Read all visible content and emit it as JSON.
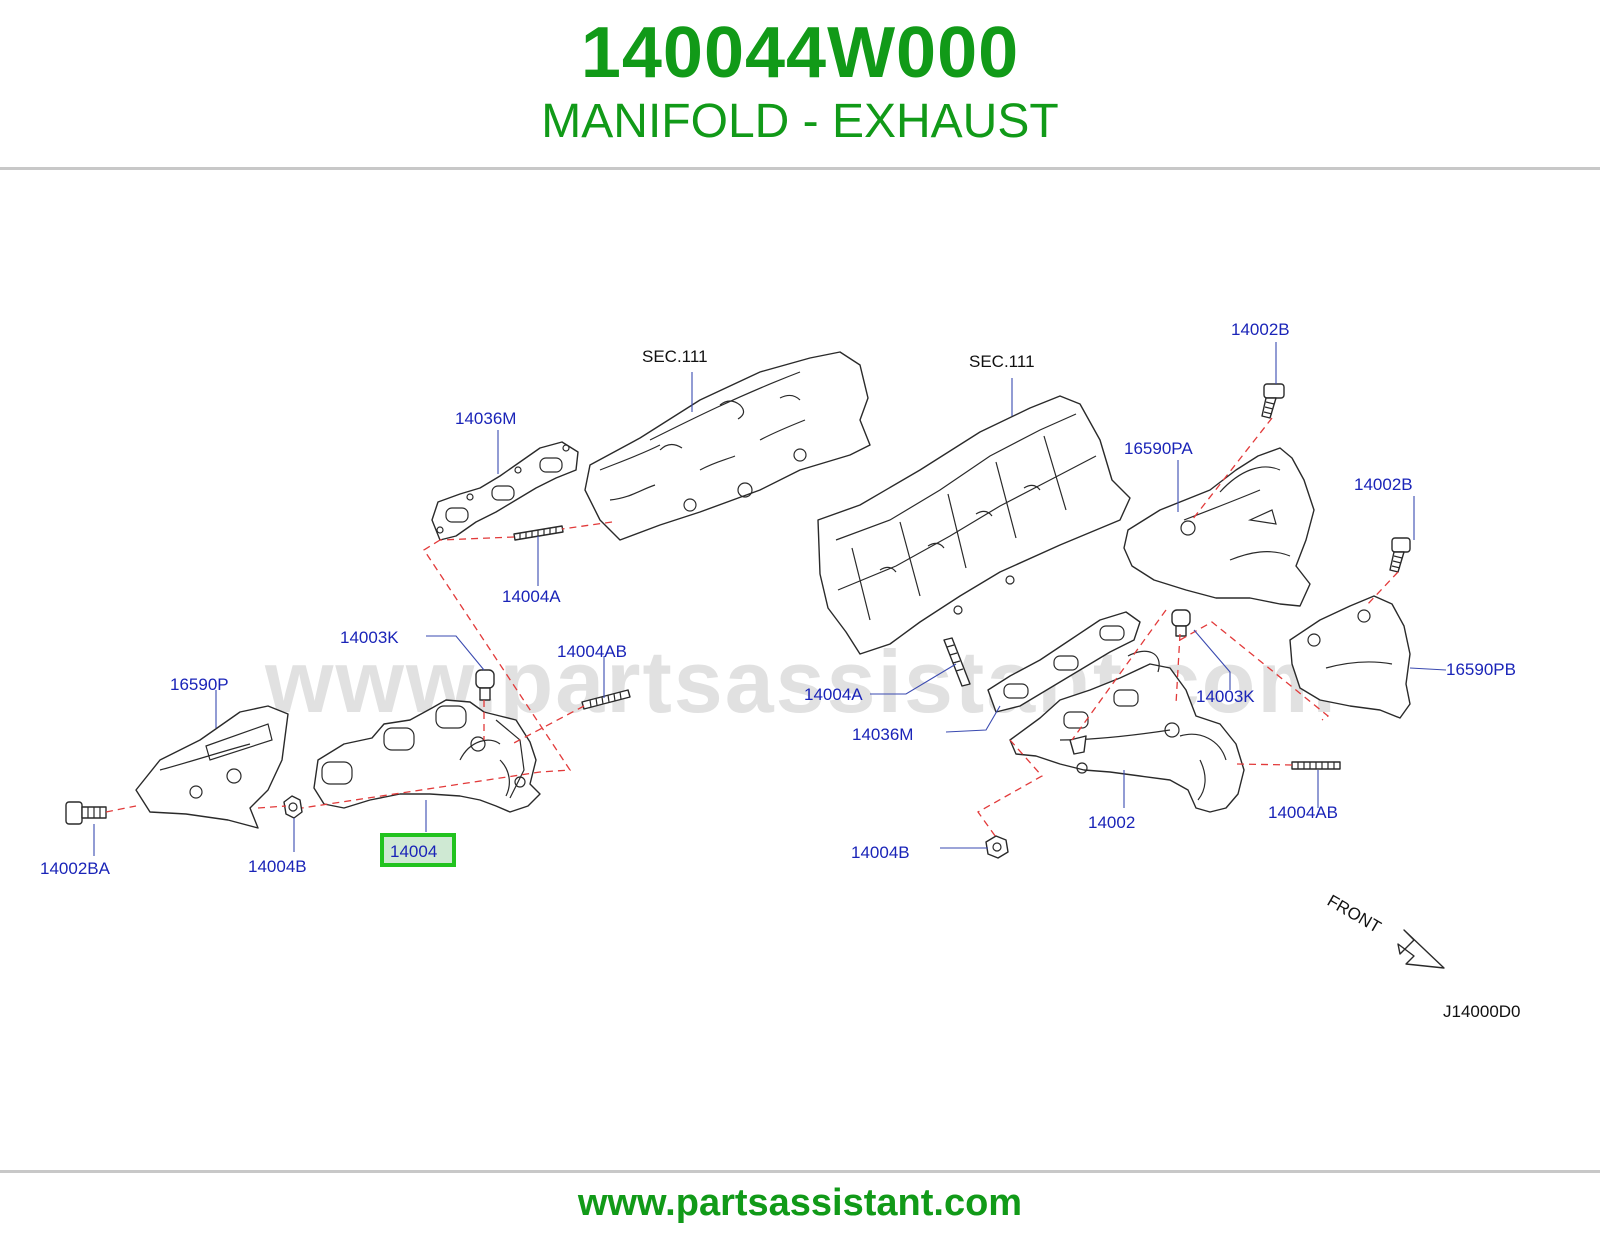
{
  "header": {
    "part_number": "140044W000",
    "part_name": "MANIFOLD - EXHAUST"
  },
  "diagram": {
    "watermark": "www.partsassistant.com",
    "labels": {
      "sec111_left": "SEC.111",
      "sec111_right": "SEC.111",
      "l_14036m": "14036M",
      "l_14004a": "14004A",
      "l_14003k": "14003K",
      "l_14004ab": "14004AB",
      "l_16590p": "16590P",
      "l_14002ba": "14002BA",
      "l_14004b": "14004B",
      "l_14004_selected": "14004",
      "r_14002b_top": "14002B",
      "r_16590pa": "16590PA",
      "r_14002b_mid": "14002B",
      "r_16590pb": "16590PB",
      "r_14004a": "14004A",
      "r_14036m": "14036M",
      "r_14003k": "14003K",
      "r_14002": "14002",
      "r_14004ab": "14004AB",
      "r_14004b": "14004B",
      "front": "FRONT",
      "diagram_code": "J14000D0"
    },
    "highlight_color": "#22c31f"
  },
  "footer": {
    "url": "www.partsassistant.com"
  },
  "colors": {
    "title_green": "#119a18",
    "label_blue": "#1a24b8",
    "dash_red": "#e23a3a"
  }
}
